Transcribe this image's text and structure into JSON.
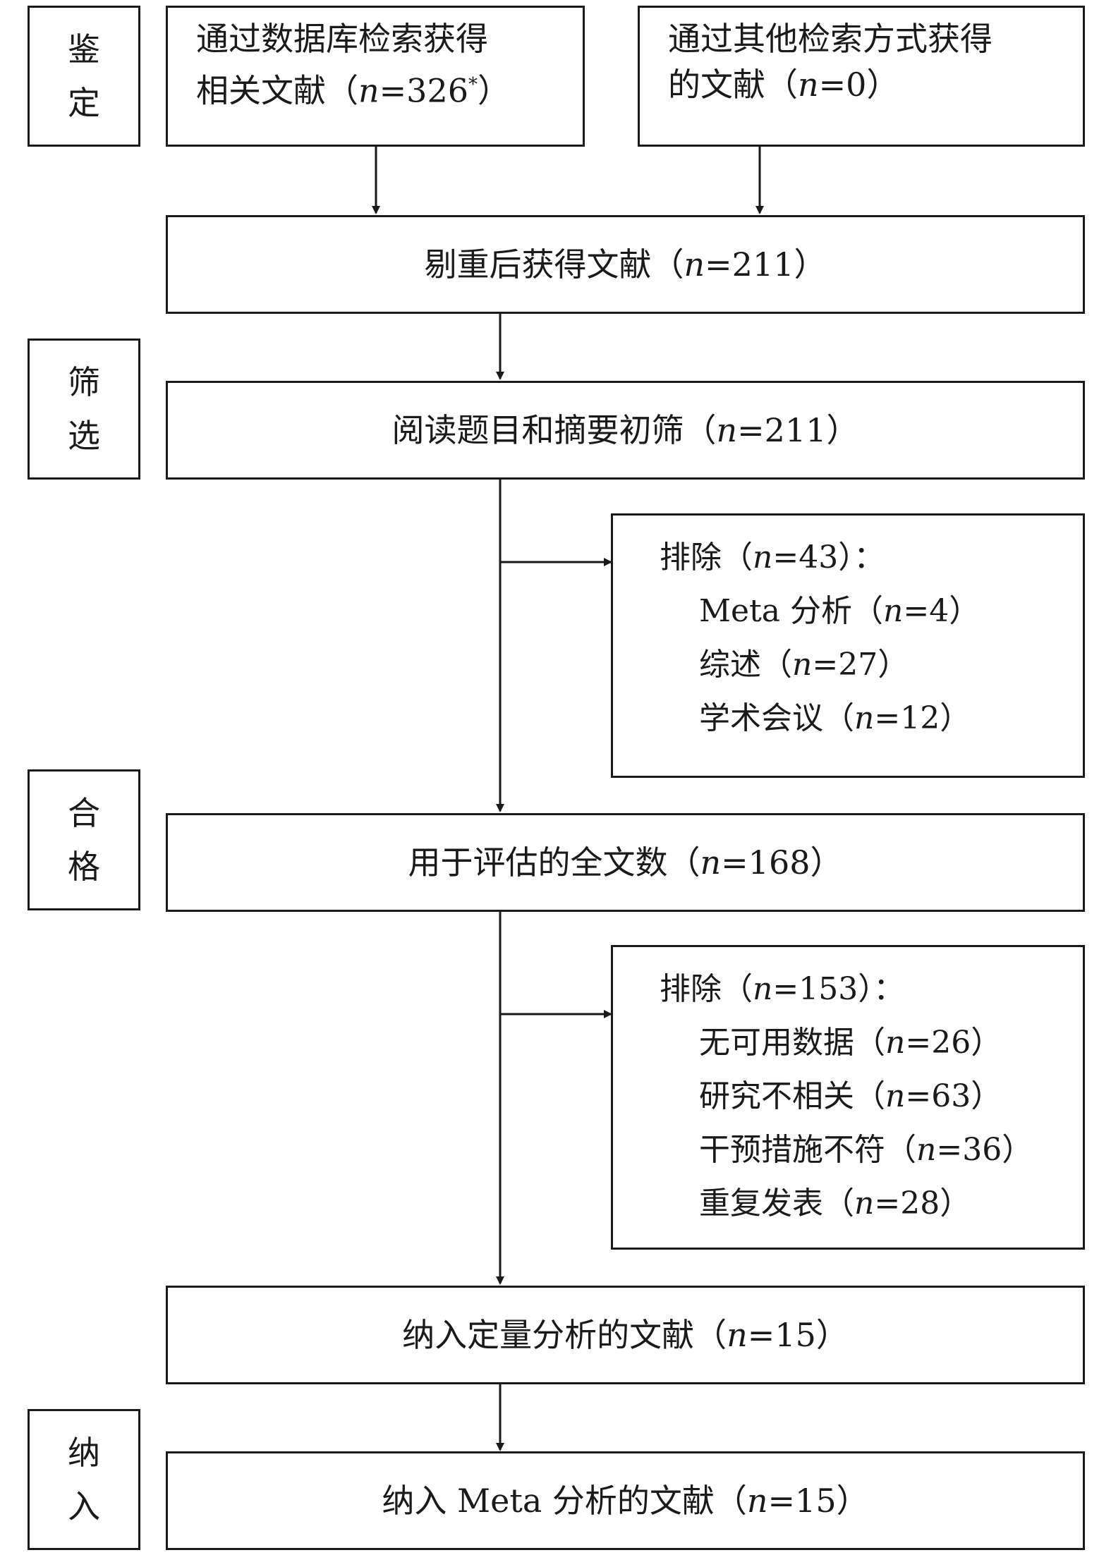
{
  "stages": [
    {
      "chars": [
        "鉴",
        "定"
      ]
    },
    {
      "chars": [
        "筛",
        "选"
      ]
    },
    {
      "chars": [
        "合",
        "格"
      ]
    },
    {
      "chars": [
        "纳",
        "入"
      ]
    }
  ],
  "database_search": {
    "line1": "通过数据库检索获得",
    "line2_prefix": "相关文献（",
    "n": "n",
    "line2_eq": "=326",
    "sup": "*",
    "line2_suffix": "）"
  },
  "other_search": {
    "line1": "通过其他检索方式获得",
    "line2_prefix": "的文献（",
    "n": "n",
    "line2_eq": "=0",
    "line2_suffix": "）"
  },
  "dedup": {
    "prefix": "剔重后获得文献（",
    "n": "n",
    "eq": "=211",
    "suffix": "）"
  },
  "screening": {
    "prefix": "阅读题目和摘要初筛（",
    "n": "n",
    "eq": "=211",
    "suffix": "）"
  },
  "exclude1": {
    "header": {
      "prefix": "排除（",
      "n": "n",
      "eq": "=43",
      "suffix": "）："
    },
    "items": [
      {
        "prefix": "Meta 分析（",
        "n": "n",
        "eq": "=4",
        "suffix": "）"
      },
      {
        "prefix": "综述（",
        "n": "n",
        "eq": "=27",
        "suffix": "）"
      },
      {
        "prefix": "学术会议（",
        "n": "n",
        "eq": "=12",
        "suffix": "）"
      }
    ]
  },
  "fulltext": {
    "prefix": "用于评估的全文数（",
    "n": "n",
    "eq": "=168",
    "suffix": "）"
  },
  "exclude2": {
    "header": {
      "prefix": "排除（",
      "n": "n",
      "eq": "=153",
      "suffix": "）："
    },
    "items": [
      {
        "prefix": "无可用数据（",
        "n": "n",
        "eq": "=26",
        "suffix": "）"
      },
      {
        "prefix": "研究不相关（",
        "n": "n",
        "eq": "=63",
        "suffix": "）"
      },
      {
        "prefix": "干预措施不符（",
        "n": "n",
        "eq": "=36",
        "suffix": "）"
      },
      {
        "prefix": "重复发表（",
        "n": "n",
        "eq": "=28",
        "suffix": "）"
      }
    ]
  },
  "quantitative": {
    "prefix": "纳入定量分析的文献（",
    "n": "n",
    "eq": "=15",
    "suffix": "）"
  },
  "meta": {
    "prefix": "纳入 Meta 分析的文献（",
    "n": "n",
    "eq": "=15",
    "suffix": "）"
  }
}
